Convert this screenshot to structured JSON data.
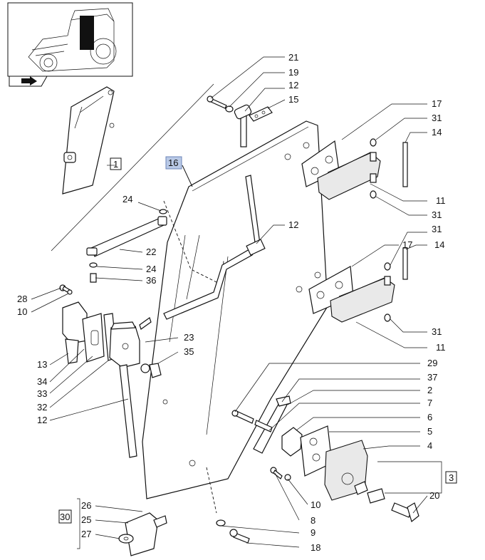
{
  "diagram": {
    "title": "",
    "highlight_label": "16",
    "boxed_labels": {
      "door_ref": "1",
      "group_ref": "3",
      "bracket_group": "30"
    },
    "callouts": [
      {
        "id": "c21",
        "label": "21"
      },
      {
        "id": "c19",
        "label": "19"
      },
      {
        "id": "c12a",
        "label": "12"
      },
      {
        "id": "c15",
        "label": "15"
      },
      {
        "id": "c17a",
        "label": "17"
      },
      {
        "id": "c31a",
        "label": "31"
      },
      {
        "id": "c14a",
        "label": "14"
      },
      {
        "id": "c11a",
        "label": "11"
      },
      {
        "id": "c31b",
        "label": "31"
      },
      {
        "id": "c31c",
        "label": "31"
      },
      {
        "id": "c12b",
        "label": "12"
      },
      {
        "id": "c17b",
        "label": "17"
      },
      {
        "id": "c14b",
        "label": "14"
      },
      {
        "id": "c31d",
        "label": "31"
      },
      {
        "id": "c11b",
        "label": "11"
      },
      {
        "id": "c24a",
        "label": "24"
      },
      {
        "id": "c22",
        "label": "22"
      },
      {
        "id": "c24b",
        "label": "24"
      },
      {
        "id": "c36",
        "label": "36"
      },
      {
        "id": "c28",
        "label": "28"
      },
      {
        "id": "c10a",
        "label": "10"
      },
      {
        "id": "c23",
        "label": "23"
      },
      {
        "id": "c35",
        "label": "35"
      },
      {
        "id": "c13",
        "label": "13"
      },
      {
        "id": "c34",
        "label": "34"
      },
      {
        "id": "c33",
        "label": "33"
      },
      {
        "id": "c32",
        "label": "32"
      },
      {
        "id": "c12c",
        "label": "12"
      },
      {
        "id": "c29",
        "label": "29"
      },
      {
        "id": "c37",
        "label": "37"
      },
      {
        "id": "c2",
        "label": "2"
      },
      {
        "id": "c7",
        "label": "7"
      },
      {
        "id": "c6",
        "label": "6"
      },
      {
        "id": "c5",
        "label": "5"
      },
      {
        "id": "c4",
        "label": "4"
      },
      {
        "id": "c20",
        "label": "20"
      },
      {
        "id": "c10b",
        "label": "10"
      },
      {
        "id": "c8",
        "label": "8"
      },
      {
        "id": "c26",
        "label": "26"
      },
      {
        "id": "c25",
        "label": "25"
      },
      {
        "id": "c27",
        "label": "27"
      },
      {
        "id": "c9",
        "label": "9"
      },
      {
        "id": "c18",
        "label": "18"
      }
    ],
    "icons": [
      "tractor-thumbnail-icon",
      "next-page-arrow-icon"
    ]
  }
}
